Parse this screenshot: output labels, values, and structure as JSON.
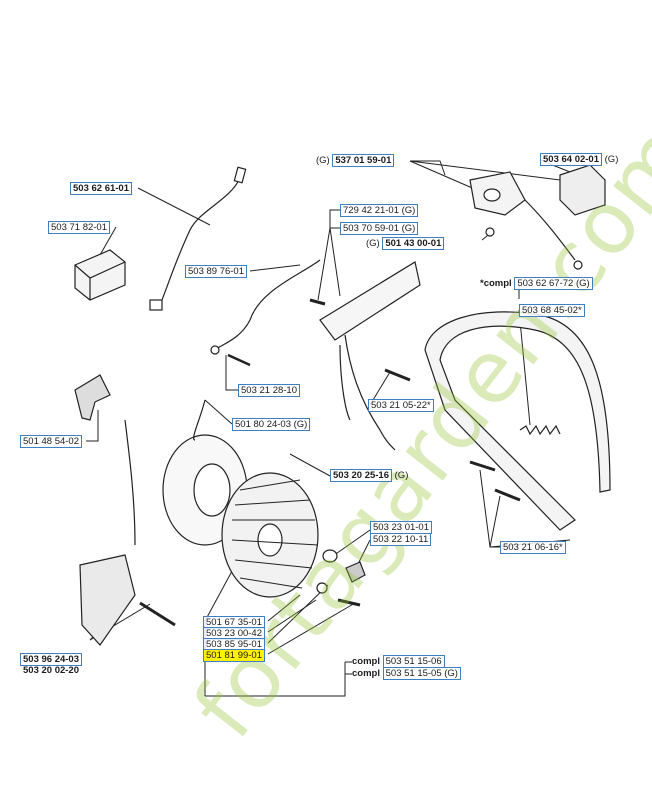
{
  "watermark": "fortagarden.com",
  "labels": {
    "p503_62_61_01": "503 62 61-01",
    "p503_71_82_01": "503 71 82-01",
    "p503_89_76_01": "503 89 76-01",
    "p503_21_28_10": "503 21 28-10",
    "p501_48_54_02": "501 48 54-02",
    "p501_80_24_03": "501 80 24-03 (G)",
    "p503_20_25_16": "503 20 25-16",
    "p503_20_25_16_g": " (G)",
    "p537_prefix": "(G) ",
    "p537_01_59_01": "537 01 59-01",
    "p503_64_02_01": "503 64 02-01",
    "p503_64_02_01_g": " (G)",
    "p729_42_21_01": "729 42 21-01 (G)",
    "p503_70_59_01": "503 70 59-01 (G)",
    "p501_prefix": "(G) ",
    "p501_43_00_01": "501 43 00-01",
    "compl_prefix_1": "*compl ",
    "p503_62_67_72": "503 62 67-72 (G)",
    "p503_68_45_02": "503 68 45-02*",
    "p503_21_05_22": "503 21 05-22*",
    "p503_23_01_01": "503 23 01-01",
    "p503_22_10_11": "503 22 10-11",
    "p503_21_06_16": "503 21 06-16*",
    "p501_67_35_01": "501 67 35-01",
    "p503_23_00_42": "503 23 00-42",
    "p503_85_95_01": "503 85 95-01",
    "p501_81_99_01": "501 81 99-01",
    "p503_96_24_03": "503 96 24-03",
    "p503_20_02_20": "503 20 02-20",
    "compl_1": "compl",
    "p503_51_15_06": "503 51 15-06",
    "compl_2": "compl",
    "p503_51_15_05": "503 51 15-05 (G)"
  }
}
